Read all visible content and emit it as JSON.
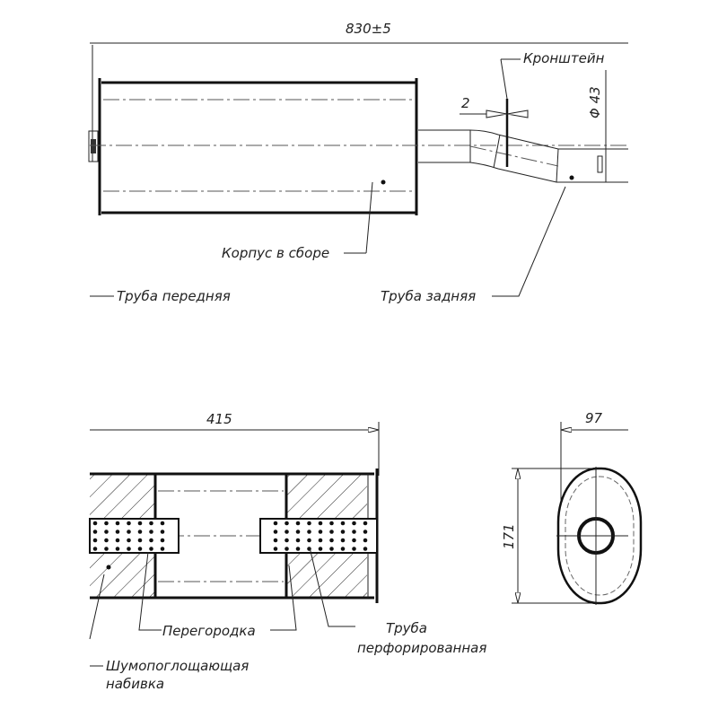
{
  "top_view": {
    "overall_length": "830±5",
    "bracket_label": "Кронштейн",
    "bracket_dim": "2",
    "pipe_diameter": "Φ 43",
    "body_label": "Корпус в сборе",
    "front_pipe_label": "Труба передняя",
    "rear_pipe_label": "Труба задняя"
  },
  "section_view": {
    "body_length": "415",
    "partition_label": "Перегородка",
    "perforated_pipe_label_1": "Труба",
    "perforated_pipe_label_2": "перфорированная",
    "packing_label_1": "Шумопоглощающая",
    "packing_label_2": "набивка"
  },
  "end_view": {
    "width": "97",
    "height": "171"
  }
}
